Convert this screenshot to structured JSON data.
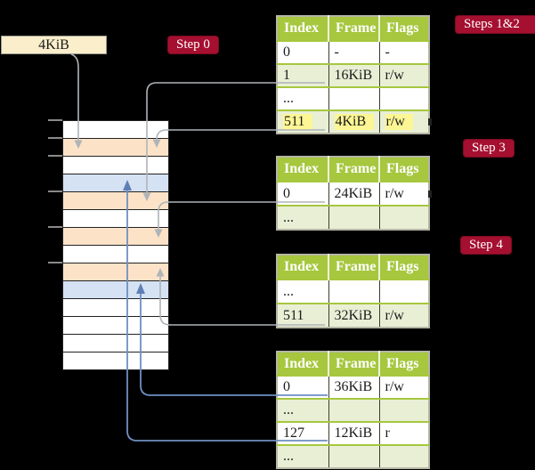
{
  "box": {
    "label": "4KiB"
  },
  "step_labels": {
    "step0": "Step 0",
    "steps12": "Steps 1&2",
    "step3": "Step 3",
    "step4": "Step 4"
  },
  "colors": {
    "background": "#000000",
    "header_green": "#a6c73e",
    "row_green": "#e9efd5",
    "row_white": "#ffffff",
    "row_orange": "#fce3c8",
    "row_blue": "#d4e2f4",
    "box_cream": "#fbeecb",
    "highlight_yellow": "#fdf694",
    "label_red": "#a50f30",
    "connector_gray": "#aeb4b8",
    "connector_blue": "#6f8fc2"
  },
  "memory": {
    "row_colors": [
      "white",
      "orange",
      "white",
      "blue",
      "orange",
      "white",
      "orange",
      "white",
      "orange",
      "blue",
      "white",
      "white",
      "white",
      "white"
    ]
  },
  "tables": [
    {
      "headers": [
        "Index",
        "Frame",
        "Flags"
      ],
      "rows": [
        {
          "cells": [
            "0",
            "-",
            "-"
          ]
        },
        {
          "cells": [
            "1",
            "16KiB",
            "r/w"
          ]
        },
        {
          "cells": [
            "...",
            "",
            ""
          ]
        },
        {
          "cells": [
            "511",
            "4KiB",
            "r/w"
          ],
          "highlighted": true
        }
      ]
    },
    {
      "headers": [
        "Index",
        "Frame",
        "Flags"
      ],
      "rows": [
        {
          "cells": [
            "0",
            "24KiB",
            "r/w"
          ]
        },
        {
          "cells": [
            "...",
            "",
            ""
          ]
        }
      ]
    },
    {
      "headers": [
        "Index",
        "Frame",
        "Flags"
      ],
      "rows": [
        {
          "cells": [
            "...",
            "",
            ""
          ]
        },
        {
          "cells": [
            "511",
            "32KiB",
            "r/w"
          ]
        }
      ]
    },
    {
      "headers": [
        "Index",
        "Frame",
        "Flags"
      ],
      "rows": [
        {
          "cells": [
            "0",
            "36KiB",
            "r/w"
          ]
        },
        {
          "cells": [
            "...",
            "",
            ""
          ]
        },
        {
          "cells": [
            "127",
            "12KiB",
            "r"
          ]
        },
        {
          "cells": [
            "...",
            "",
            ""
          ]
        }
      ]
    }
  ]
}
